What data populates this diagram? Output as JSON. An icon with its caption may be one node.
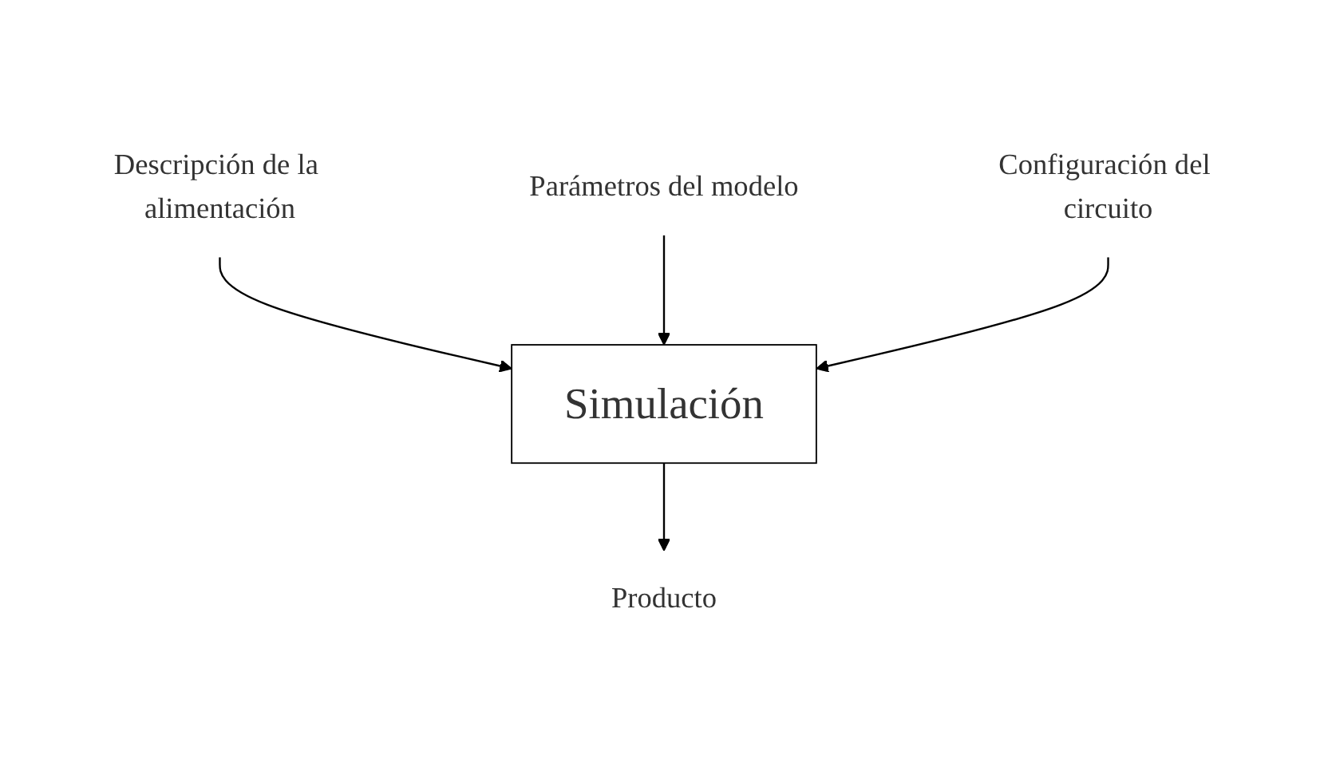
{
  "diagram": {
    "nodes": [
      {
        "text": [
          "Descripción de la alimentación"
        ]
      },
      {
        "text": [
          "Parámetros del modelo"
        ]
      },
      {
        "text": [
          "Simulación"
        ]
      },
      {
        "text": [
          "Configuración del circuito"
        ]
      },
      {
        "text": [
          "Producto"
        ]
      }
    ],
    "edges": [
      {
        "from": 0,
        "to": 2,
        "arrow": "to"
      },
      {
        "from": 1,
        "to": 2,
        "arrow": "to"
      },
      {
        "from": 3,
        "to": 2,
        "arrow": "to"
      },
      {
        "from": 2,
        "to": 4,
        "arrow": "to"
      }
    ]
  }
}
